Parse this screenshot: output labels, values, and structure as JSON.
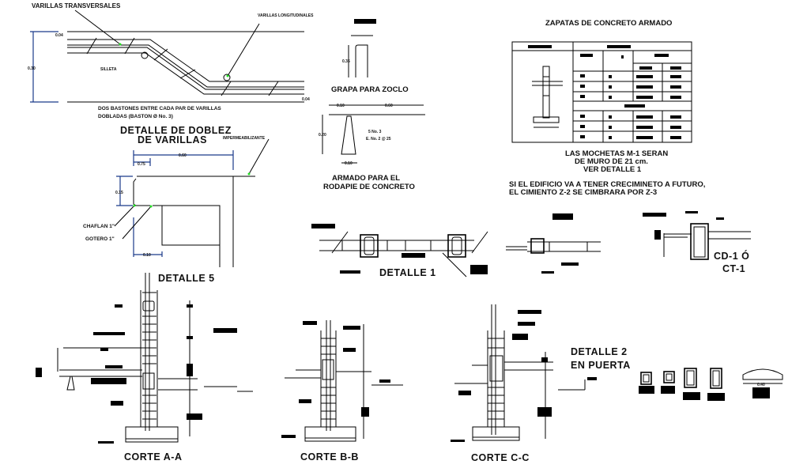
{
  "drawing": {
    "cross_section": {
      "label_transversales": "VARILLAS TRANSVERSALES",
      "label_longitudinales": "VARILLAS LONGITUDINALES",
      "label_silleta": "SILLETA",
      "dim_height": "0.30",
      "dim_cover_top": "0.04",
      "dim_cover_bottom": "0.04",
      "note_line1": "DOS BASTONES ENTRE CADA PAR DE VARILLAS",
      "note_line2": "DOBLADAS (BASTON  Ø No. 3)"
    },
    "grapa": {
      "dim_height": "0.35",
      "title": "GRAPA PARA ZOCLO"
    },
    "rodapie": {
      "dim_left": "0.10",
      "dim_right": "0.60",
      "dim_height": "0.20",
      "dim_base": "0.10",
      "rebar1": "5 No. 3",
      "rebar2": "E. No. 2 @ 25",
      "title_line1": "ARMADO PARA EL",
      "title_line2": "RODAPIE DE CONCRETO"
    },
    "zapatas": {
      "title": "ZAPATAS DE CONCRETO ARMADO",
      "note1_line1": "LAS MOCHETAS M-1 SERAN",
      "note1_line2": "DE MURO DE 21 cm.",
      "note1_line3": "VER DETALLE 1",
      "note2_line1": "SI EL EDIFICIO  VA A TENER CRECIMINETO A FUTURO,",
      "note2_line2": "EL CIMIENTO Z-2 SE CIMBRARA POR Z-3"
    },
    "doblez": {
      "title_line1": "DETALLE DE DOBLEZ",
      "title_line2": "DE VARILLAS",
      "label_impermeabilizante": "IMPERMEABILIZANTE",
      "label_chaflan": "CHAFLAN 1\"",
      "label_gotero": "GOTERO 1\"",
      "dim_total": "0.60",
      "dim_partial": "0.75",
      "dim_height": "0.15",
      "dim_bottom": "0.10"
    },
    "detalle1": {
      "title": "DETALLE  1"
    },
    "cd1": {
      "title_line1": "CD-1 Ó",
      "title_line2": "CT-1"
    },
    "detalle5": {
      "title": "DETALLE 5"
    },
    "corte_aa": {
      "title": "CORTE   A-A"
    },
    "corte_bb": {
      "title": "CORTE   B-B"
    },
    "corte_cc": {
      "title": "CORTE   C-C"
    },
    "detalle2": {
      "title_line1": "DETALLE 2",
      "title_line2": "EN PUERTA",
      "dim": "0.40"
    }
  },
  "colors": {
    "line": "#000000",
    "dimension": "#1a3a8a",
    "leader_dot": "#22e022"
  }
}
